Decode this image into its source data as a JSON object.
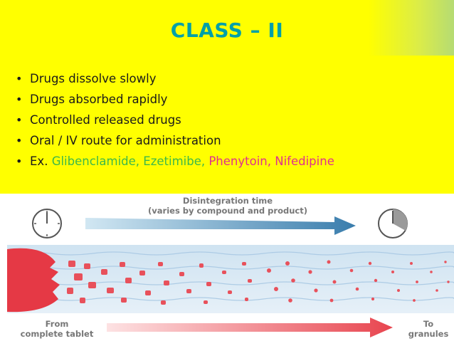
{
  "slide": {
    "title": "CLASS – II",
    "bullets": [
      {
        "text": "Drugs dissolve slowly"
      },
      {
        "text": "Drugs absorbed rapidly"
      },
      {
        "text": "Controlled released drugs"
      },
      {
        "text": "Oral / IV route for administration"
      }
    ],
    "example": {
      "prefix": "Ex. ",
      "drug1": "Glibenclamide,",
      "drug2": "Ezetimibe,",
      "rest": "Phenytoin, Nifedipine"
    },
    "bullet_glyph": "•"
  },
  "diagram": {
    "top_label_line1": "Disintegration time",
    "top_label_line2": "(varies by compound and product)",
    "bottom_left_line1": "From",
    "bottom_left_line2": "complete tablet",
    "bottom_right_line1": "To",
    "bottom_right_line2": "granules"
  },
  "colors": {
    "title": "#00a0a8",
    "background": "#ffff00",
    "green_drug": "#3cb84a",
    "magenta_drug": "#e0308e",
    "tablet": "#e53945"
  }
}
